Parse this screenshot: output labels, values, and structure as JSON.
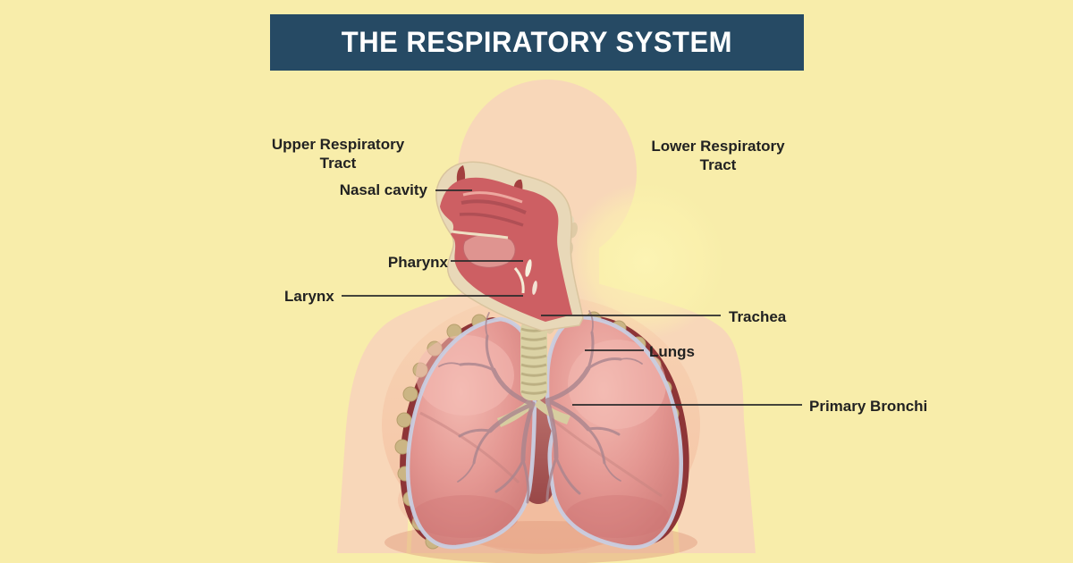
{
  "title_banner": {
    "text": "THE RESPIRATORY SYSTEM"
  },
  "colors": {
    "background": "#f8edaa",
    "banner_bg": "#264a64",
    "banner_text": "#ffffff",
    "label_text": "#222222",
    "leader_line": "#2b2b2b",
    "skin": "#f8d7b9",
    "lung_pink": "#e59a93",
    "lung_edge_band": "#8e3537",
    "rib_nodule": "#cbb584",
    "pleura": "#c9cee0",
    "trachea_tube": "#dbd2a5",
    "larynx_tube": "#b24e52",
    "cricoid": "#a7b0a0",
    "head_section_red": "#c9575c",
    "skull_beige": "#e8d8b8"
  },
  "labels": {
    "upper_respiratory_tract": "Upper Respiratory Tract",
    "lower_respiratory_tract": "Lower Respiratory Tract",
    "nasal_cavity": "Nasal cavity",
    "pharynx": "Pharynx",
    "larynx": "Larynx",
    "trachea": "Trachea",
    "lungs": "Lungs",
    "primary_bronchi": "Primary Bronchi"
  }
}
